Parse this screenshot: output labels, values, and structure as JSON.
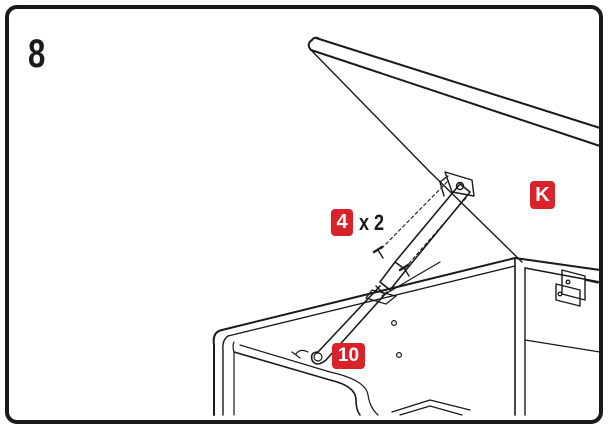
{
  "step": {
    "number": "8"
  },
  "callouts": {
    "screw_part": "4",
    "screw_quantity": "x 2",
    "panel_part": "K",
    "gas_strut_part": "10"
  },
  "colors": {
    "callout": "#d8232a",
    "line": "#1a1a1a",
    "background": "#ffffff"
  }
}
